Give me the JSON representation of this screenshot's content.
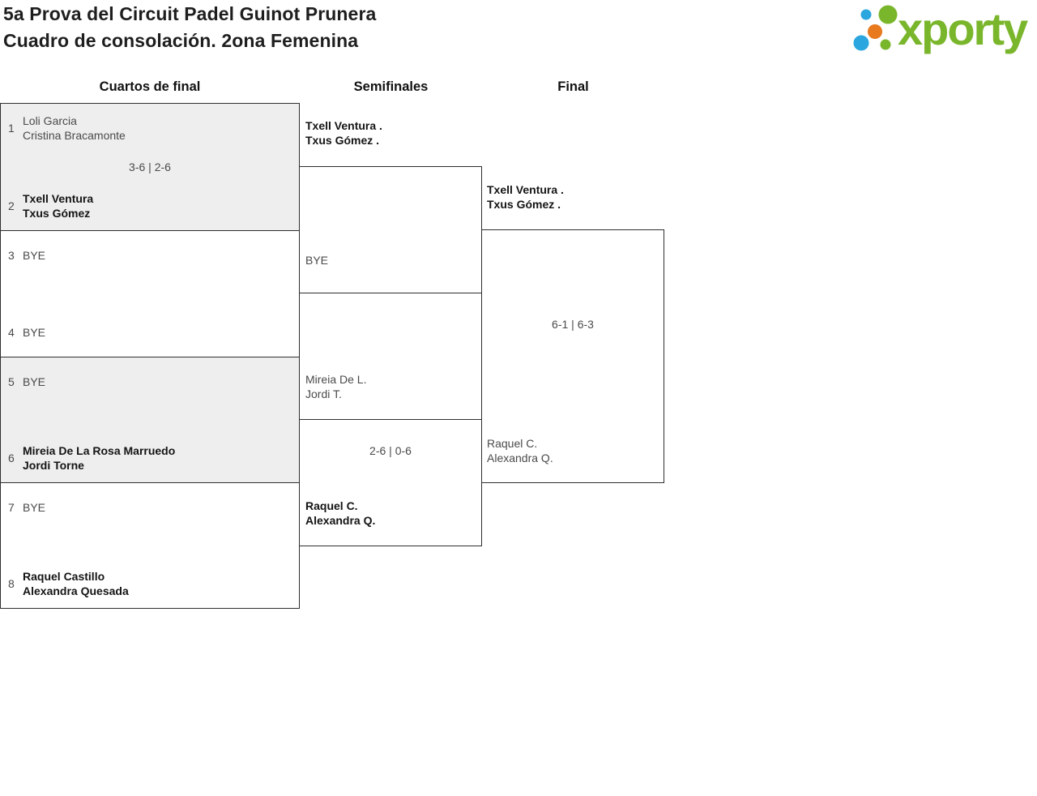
{
  "header": {
    "title_line1": "5a Prova del Circuit Padel Guinot Prunera",
    "title_line2": "Cuadro de consolación. 2ona Femenina",
    "logo_text": "xporty",
    "brand_colors": {
      "green": "#7ab62b",
      "blue": "#2ba6de",
      "orange": "#e8791d"
    }
  },
  "rounds": [
    {
      "label": "Cuartos de final"
    },
    {
      "label": "Semifinales"
    },
    {
      "label": "Final"
    }
  ],
  "matches": {
    "quarterfinals": [
      {
        "top": {
          "seed": "1",
          "names": [
            "Loli Garcia",
            "Cristina Bracamonte"
          ],
          "winner": false
        },
        "bottom": {
          "seed": "2",
          "names": [
            "Txell Ventura",
            "Txus Gómez"
          ],
          "winner": true
        },
        "score": "3-6 | 2-6"
      },
      {
        "top": {
          "seed": "3",
          "names": [
            "BYE"
          ],
          "winner": false
        },
        "bottom": {
          "seed": "4",
          "names": [
            "BYE"
          ],
          "winner": false
        },
        "score": ""
      },
      {
        "top": {
          "seed": "5",
          "names": [
            "BYE"
          ],
          "winner": false
        },
        "bottom": {
          "seed": "6",
          "names": [
            "Mireia De La Rosa Marruedo",
            "Jordi Torne"
          ],
          "winner": true
        },
        "score": ""
      },
      {
        "top": {
          "seed": "7",
          "names": [
            "BYE"
          ],
          "winner": false
        },
        "bottom": {
          "seed": "8",
          "names": [
            "Raquel Castillo",
            "Alexandra Quesada"
          ],
          "winner": true
        },
        "score": ""
      }
    ],
    "semifinals": [
      {
        "top": {
          "names": [
            "Txell Ventura .",
            "Txus Gómez ."
          ],
          "winner": true
        },
        "bottom": {
          "names": [
            "BYE"
          ],
          "winner": false
        },
        "score": ""
      },
      {
        "top": {
          "names": [
            "Mireia De L.",
            "Jordi T."
          ],
          "winner": false
        },
        "bottom": {
          "names": [
            "Raquel C.",
            "Alexandra Q."
          ],
          "winner": true
        },
        "score": "2-6 | 0-6"
      }
    ],
    "final": {
      "top": {
        "names": [
          "Txell Ventura .",
          "Txus Gómez ."
        ],
        "winner": true
      },
      "bottom": {
        "names": [
          "Raquel C.",
          "Alexandra Q."
        ],
        "winner": false
      },
      "score": "6-1 | 6-3"
    }
  }
}
